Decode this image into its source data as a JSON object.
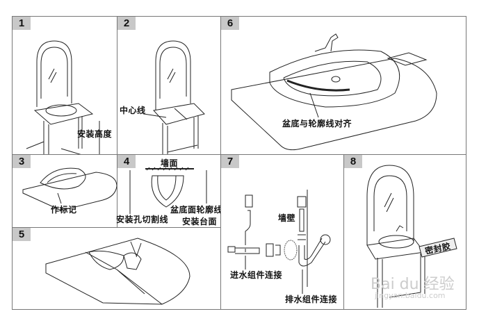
{
  "panels": [
    {
      "num": "1",
      "labels": [
        "安装高度"
      ]
    },
    {
      "num": "2",
      "labels": [
        "中心线"
      ]
    },
    {
      "num": "6",
      "labels": [
        "盆底与轮廓线对齐"
      ]
    },
    {
      "num": "3",
      "labels": [
        "作标记"
      ]
    },
    {
      "num": "4",
      "labels": [
        "墙面",
        "盆底面轮廓线",
        "安装孔切割线",
        "安装台面"
      ]
    },
    {
      "num": "5",
      "labels": []
    },
    {
      "num": "7",
      "labels": [
        "墙壁",
        "进水组件连接",
        "排水组件连接"
      ]
    },
    {
      "num": "8",
      "labels": [
        "密封胶"
      ]
    }
  ],
  "watermark": {
    "brand": "Bai du 经验",
    "url": "jingyan.baidu.com"
  }
}
